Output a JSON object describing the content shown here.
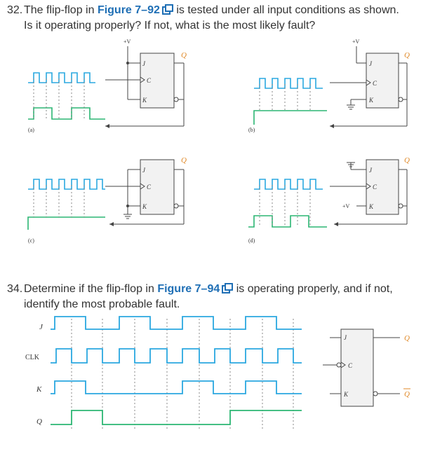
{
  "q32": {
    "number": "32.",
    "text_before": "The flip-flop in ",
    "figure_link": "Figure 7–92",
    "text_after": " is tested under all input conditions as shown.",
    "line2": "Is it operating properly? If not, what is the most likely fault?",
    "panels": [
      {
        "caption": "(a)",
        "vcc": "+V",
        "j": "J",
        "c": "C",
        "k": "K",
        "q": "Q"
      },
      {
        "caption": "(b)",
        "vcc": "+V",
        "j": "J",
        "c": "C",
        "k": "K",
        "q": "Q"
      },
      {
        "caption": "(c)",
        "j": "J",
        "c": "C",
        "k": "K",
        "q": "Q"
      },
      {
        "caption": "(d)",
        "vcc": "+V",
        "j": "J",
        "c": "C",
        "k": "K",
        "q": "Q"
      }
    ]
  },
  "q34": {
    "number": "34.",
    "text_before": "Determine if the flip-flop in ",
    "figure_link": "Figure 7–94",
    "text_after": " is operating properly, and if not,",
    "line2": "identify the most probable fault.",
    "signal_labels": [
      "J",
      "CLK",
      "K",
      "Q"
    ],
    "ff": {
      "j": "J",
      "c": "C",
      "k": "K",
      "q": "Q",
      "qbar": "Q"
    }
  },
  "colors": {
    "text": "#333333",
    "link": "#1f6fb5",
    "input_wave": "#2aa8e0",
    "output_wave": "#2bb673",
    "ff_fill": "#f2f2f2",
    "line": "#444444"
  }
}
